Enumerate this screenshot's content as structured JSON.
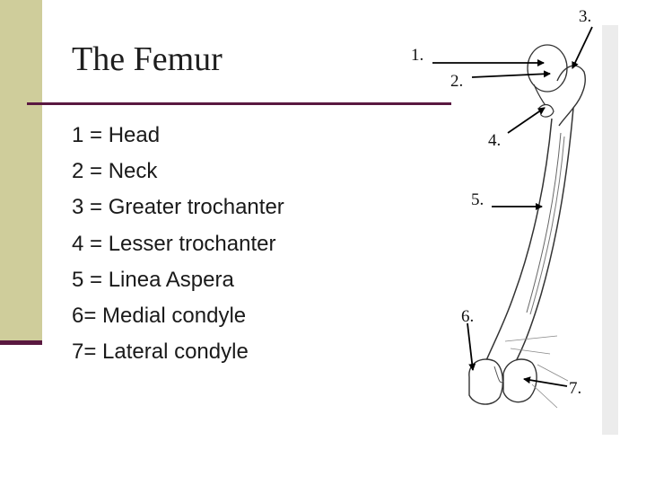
{
  "slide": {
    "title": "The Femur",
    "legend": [
      "1 = Head",
      "2 = Neck",
      "3 = Greater trochanter",
      "4 = Lesser trochanter",
      "5 = Linea Aspera",
      "6= Medial condyle",
      "7= Lateral condyle"
    ]
  },
  "figure": {
    "labels": [
      "1.",
      "2.",
      "3.",
      "4.",
      "5.",
      "6.",
      "7."
    ]
  },
  "colors": {
    "side_band": "#cfcd9b",
    "accent_rule": "#5a1840",
    "figure_background": "#ececec"
  }
}
